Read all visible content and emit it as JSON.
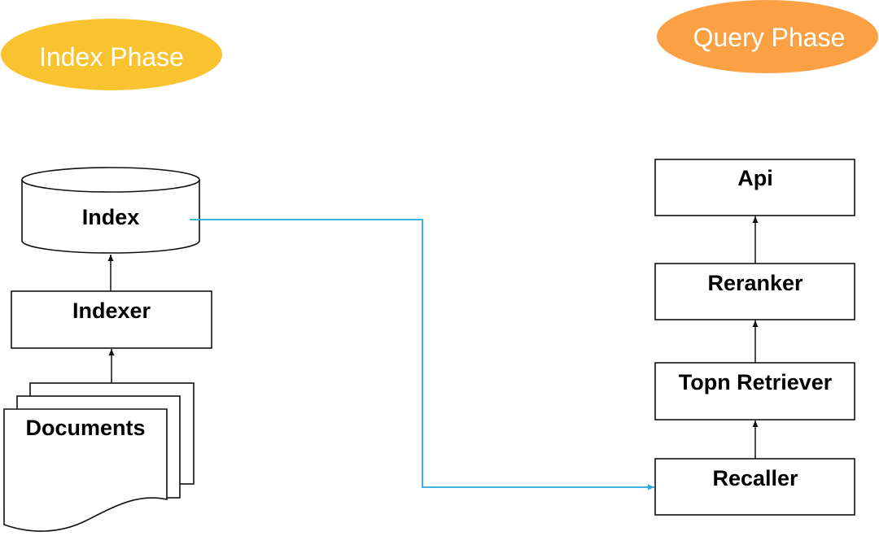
{
  "phases": {
    "index": "Index Phase",
    "query": "Query Phase"
  },
  "index_side": {
    "index": "Index",
    "indexer": "Indexer",
    "documents": "Documents"
  },
  "query_side": {
    "api": "Api",
    "reranker": "Reranker",
    "topn_retriever": "Topn Retriever",
    "recaller": "Recaller"
  },
  "colors": {
    "index_phase": "#F8C32E",
    "query_phase": "#FBA143",
    "connector": "#27A7E2"
  }
}
